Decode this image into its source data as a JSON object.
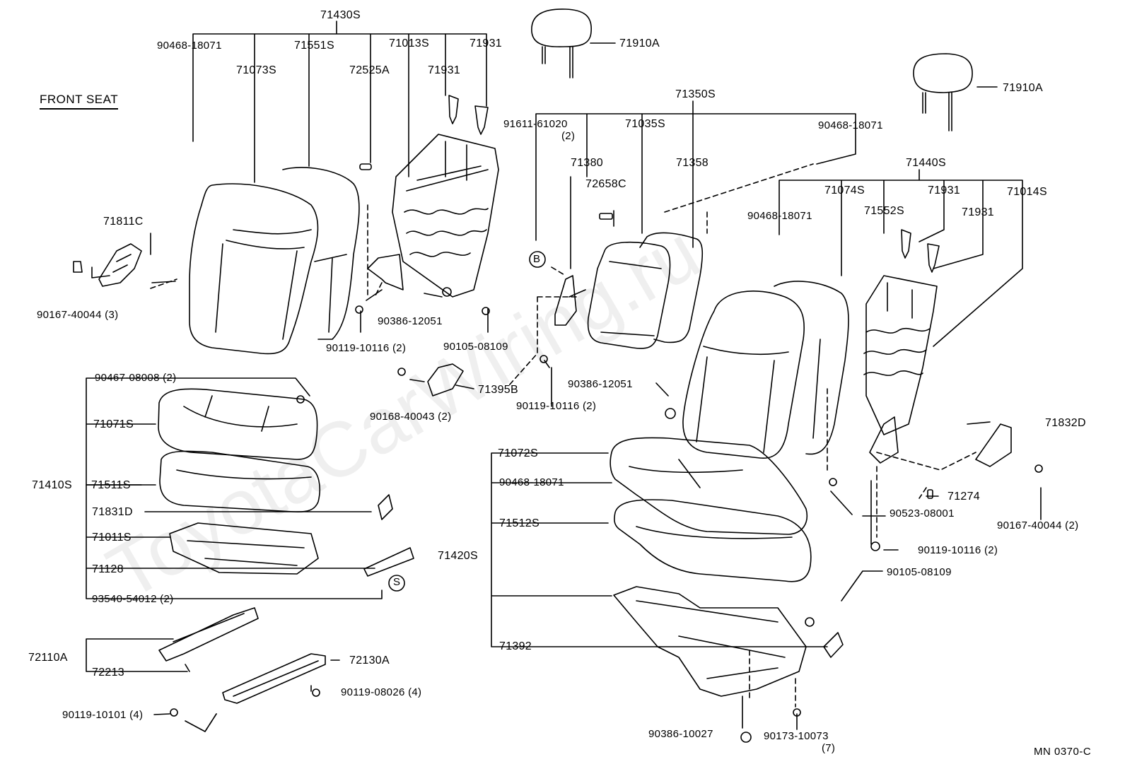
{
  "title": "FRONT SEAT",
  "watermark": "ToyotaCarWiring.ru",
  "diagram_code": "MN 0370-C",
  "callout_symbols": {
    "b": "B",
    "s": "S"
  },
  "labels": {
    "p71430S": "71430S",
    "p90468_18071_a": "90468-18071",
    "p71551S": "71551S",
    "p71013S": "71013S",
    "p71931_a": "71931",
    "p71073S": "71073S",
    "p72525A": "72525A",
    "p71931_b": "71931",
    "p71910A_a": "71910A",
    "p71910A_b": "71910A",
    "p71350S": "71350S",
    "p91611_61020": "91611-61020",
    "p91611_qty": "(2)",
    "p71035S": "71035S",
    "p90468_18071_b": "90468-18071",
    "p71380": "71380",
    "p71358": "71358",
    "p72658C": "72658C",
    "p71440S": "71440S",
    "p71074S": "71074S",
    "p71931_c": "71931",
    "p71014S": "71014S",
    "p90468_18071_c": "90468-18071",
    "p71552S": "71552S",
    "p71931_d": "71931",
    "p71811C": "71811C",
    "p90167_40044_a": "90167-40044 (3)",
    "p90386_12051_a": "90386-12051",
    "p90119_10116_a": "90119-10116 (2)",
    "p90105_08109_a": "90105-08109",
    "p90467_08008": "90467-08008 (2)",
    "p71395B": "71395B",
    "p90168_40043": "90168-40043 (2)",
    "p90119_10116_b": "90119-10116 (2)",
    "p90386_12051_b": "90386-12051",
    "p71071S": "71071S",
    "p71410S": "71410S",
    "p71511S": "71511S",
    "p71831D": "71831D",
    "p71011S": "71011S",
    "p71128": "71128",
    "p93540_54012": "93540-54012 (2)",
    "p72110A": "72110A",
    "p72213": "72213",
    "p72130A": "72130A",
    "p90119_08026": "90119-08026 (4)",
    "p90119_10101": "90119-10101 (4)",
    "p71832D": "71832D",
    "p71072S": "71072S",
    "p90468_18071_d": "90468-18071",
    "p71512S": "71512S",
    "p71420S": "71420S",
    "p71392": "71392",
    "p71274": "71274",
    "p90523_08001": "90523-08001",
    "p90167_40044_b": "90167-40044 (2)",
    "p90119_10116_c": "90119-10116 (2)",
    "p90105_08109_b": "90105-08109",
    "p90386_10027": "90386-10027",
    "p90173_10073": "90173-10073",
    "p90173_qty": "(7)"
  }
}
